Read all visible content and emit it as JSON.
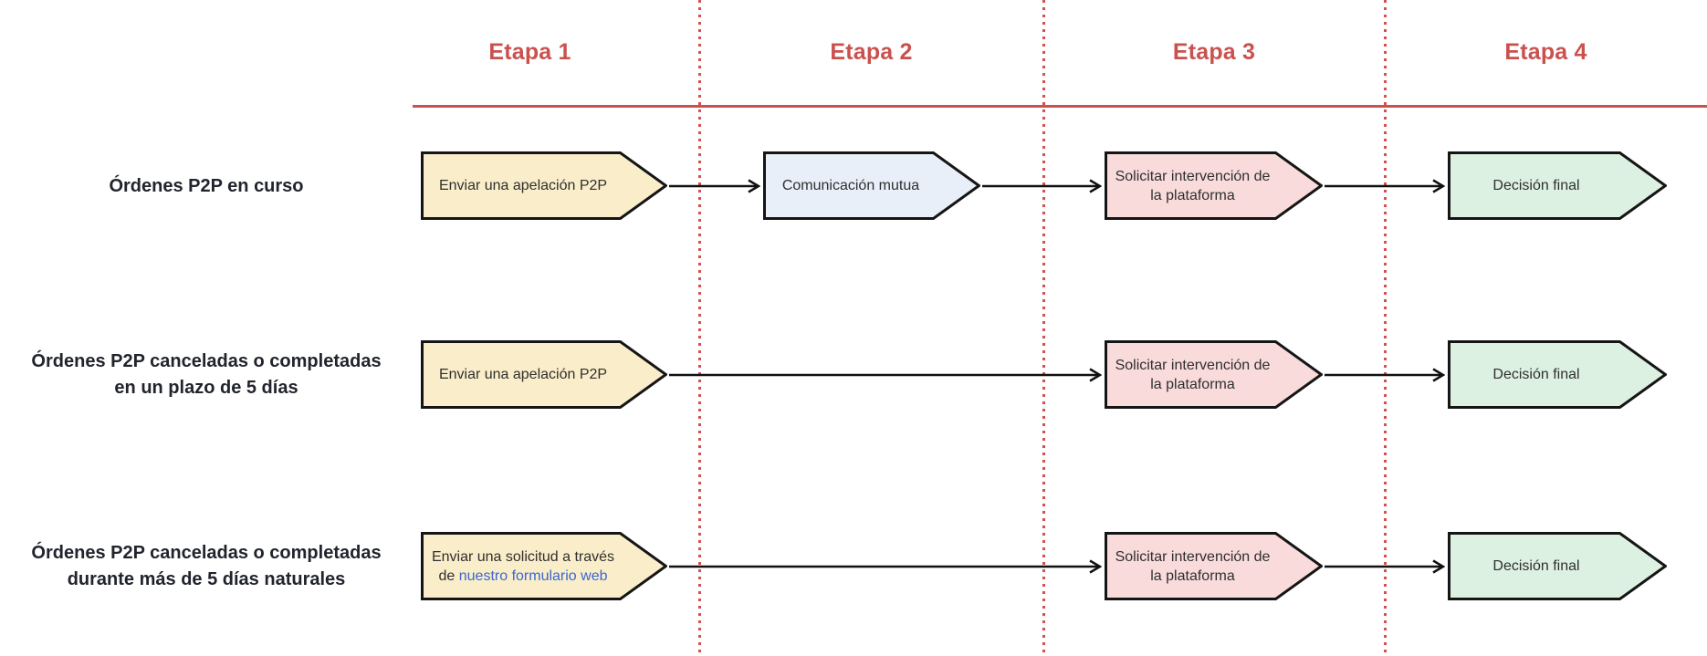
{
  "stages": [
    "Etapa 1",
    "Etapa 2",
    "Etapa 3",
    "Etapa 4"
  ],
  "rows": [
    {
      "label_lines": [
        "Órdenes P2P en curso"
      ],
      "steps": {
        "step1": {
          "lines": [
            "Enviar una apelación P2P"
          ]
        },
        "step2": {
          "lines": [
            "Comunicación mutua"
          ]
        },
        "step3": {
          "lines": [
            "Solicitar intervención de",
            "la plataforma"
          ]
        },
        "step4": {
          "lines": [
            "Decisión final"
          ]
        }
      }
    },
    {
      "label_lines": [
        "Órdenes P2P canceladas o completadas",
        "en un plazo de 5 días"
      ],
      "steps": {
        "step1": {
          "lines": [
            "Enviar una apelación P2P"
          ]
        },
        "step3": {
          "lines": [
            "Solicitar intervención de",
            "la plataforma"
          ]
        },
        "step4": {
          "lines": [
            "Decisión final"
          ]
        }
      }
    },
    {
      "label_lines": [
        "Órdenes P2P canceladas o completadas",
        "durante más de 5 días naturales"
      ],
      "steps": {
        "step1": {
          "line1": "Enviar una solicitud a través",
          "line2_prefix": "de",
          "link_text": "nuestro formulario web"
        },
        "step3": {
          "lines": [
            "Solicitar intervención de",
            "la plataforma"
          ]
        },
        "step4": {
          "lines": [
            "Decisión final"
          ]
        }
      }
    }
  ],
  "colors": {
    "stage_header_red": "#c9514e",
    "divider_dotted_red": "#d4504e",
    "step_yellow": "#faedc9",
    "step_blue": "#e9eff9",
    "step_pink": "#f9dbdc",
    "step_green": "#ddf1e2",
    "shape_outline": "#151515",
    "link_blue": "#3b67d1",
    "row_label_dark": "#21242c"
  }
}
